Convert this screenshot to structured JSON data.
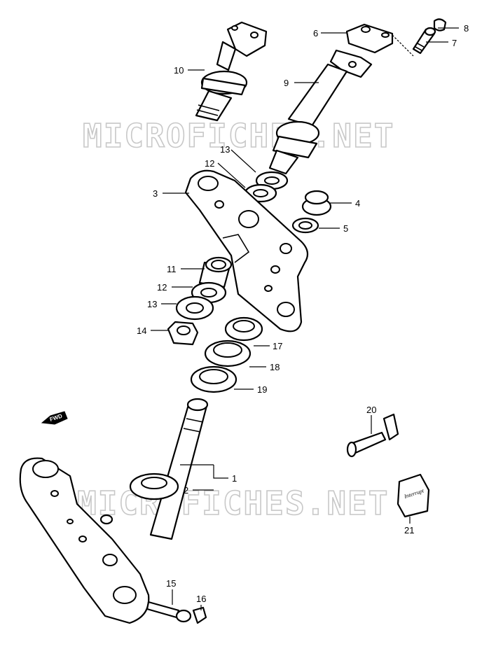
{
  "watermark": "MICROFICHES.NET",
  "direction_arrow": "FWD",
  "tag_text": "Interrupt",
  "labels": {
    "p1": "1",
    "p2": "2",
    "p3": "3",
    "p4": "4",
    "p5": "5",
    "p6": "6",
    "p7": "7",
    "p8": "8",
    "p9": "9",
    "p10": "10",
    "p11": "11",
    "p12a": "12",
    "p12b": "12",
    "p13a": "13",
    "p13b": "13",
    "p14": "14",
    "p15": "15",
    "p16": "16",
    "p17": "17",
    "p18": "18",
    "p19": "19",
    "p20": "20",
    "p21": "21"
  }
}
